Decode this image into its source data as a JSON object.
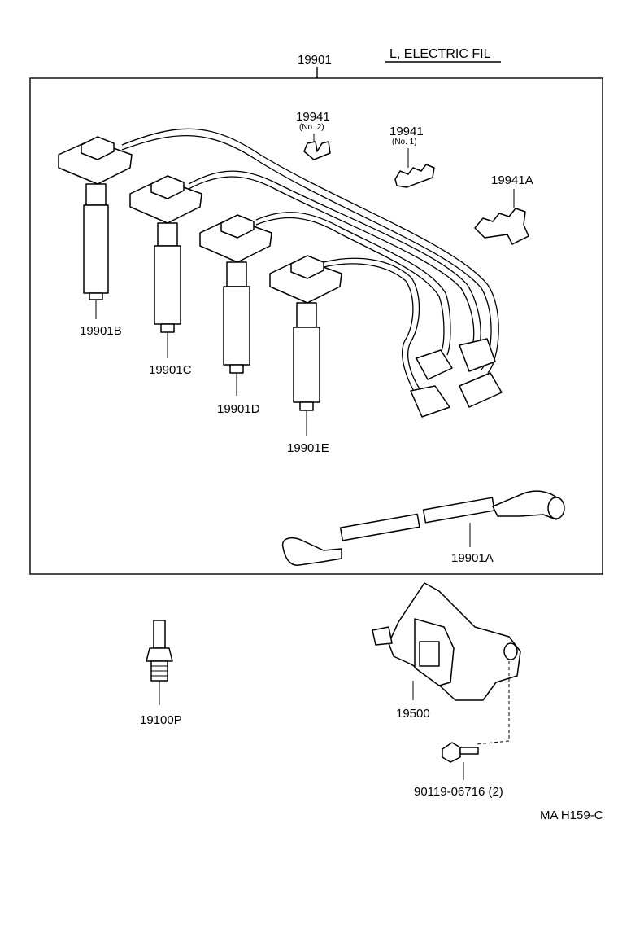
{
  "header": {
    "title": "L, ELECTRIC FIL"
  },
  "labels": {
    "assembly": "19901",
    "clamp_no2": "19941",
    "clamp_no2_sub": "(No. 2)",
    "clamp_no1": "19941",
    "clamp_no1_sub": "(No. 1)",
    "clamp_a": "19941A",
    "cord_b": "19901B",
    "cord_c": "19901C",
    "cord_d": "19901D",
    "cord_e": "19901E",
    "cord_a": "19901A",
    "spark_plug": "19100P",
    "coil": "19500",
    "bolt": "90119-06716 (2)",
    "figure_id": "MA H159-C"
  },
  "icons": [
    "spark-plug-cord-icon",
    "cord-clamp-icon",
    "spark-plug-icon",
    "ignition-coil-icon",
    "bolt-icon"
  ]
}
